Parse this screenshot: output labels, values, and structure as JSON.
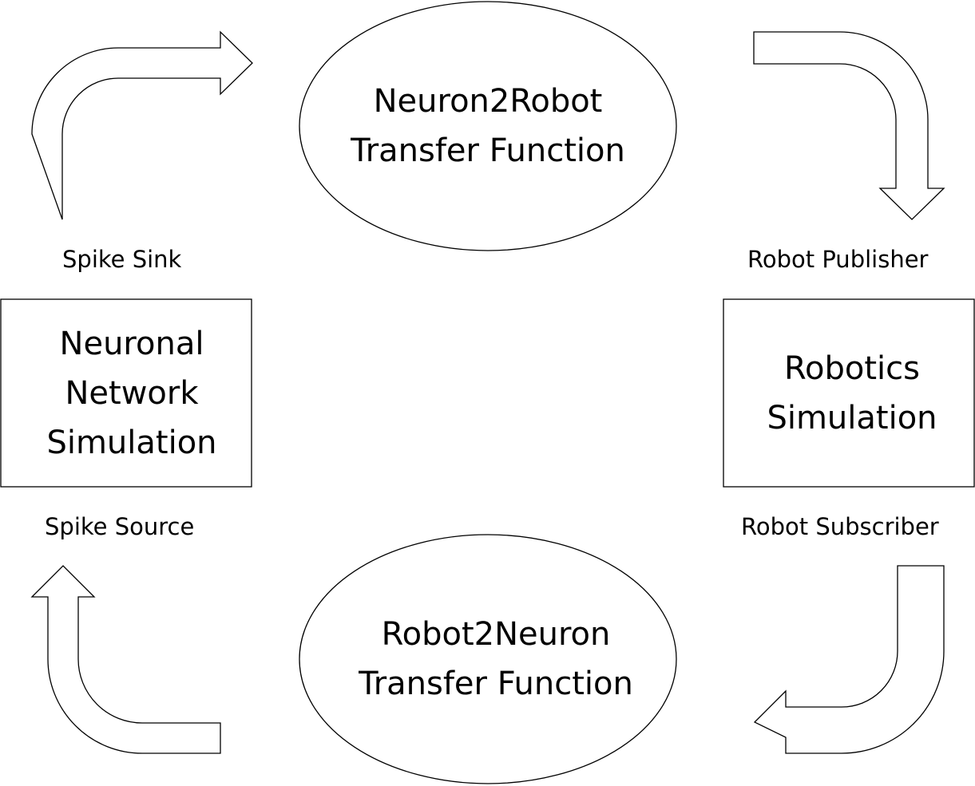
{
  "nodes": {
    "neuron2robot": {
      "lines": [
        "Neuron2Robot",
        "Transfer Function"
      ]
    },
    "robot2neuron": {
      "lines": [
        "Robot2Neuron",
        "Transfer Function"
      ]
    },
    "neuronal": {
      "lines": [
        "Neuronal",
        "Network",
        "Simulation"
      ]
    },
    "robotics": {
      "lines": [
        "Robotics",
        "Simulation"
      ]
    }
  },
  "ports": {
    "spike_sink": "Spike Sink",
    "robot_publisher": "Robot Publisher",
    "spike_source": "Spike Source",
    "robot_subscriber": "Robot Subscriber"
  },
  "edges": [
    {
      "from": "neuronal",
      "to": "neuron2robot",
      "via": "spike_sink"
    },
    {
      "from": "neuron2robot",
      "to": "robotics",
      "via": "robot_publisher"
    },
    {
      "from": "robotics",
      "to": "robot2neuron",
      "via": "robot_subscriber"
    },
    {
      "from": "robot2neuron",
      "to": "neuronal",
      "via": "spike_source"
    }
  ],
  "colors": {
    "stroke": "#000000",
    "fill": "#ffffff",
    "text": "#000000"
  }
}
